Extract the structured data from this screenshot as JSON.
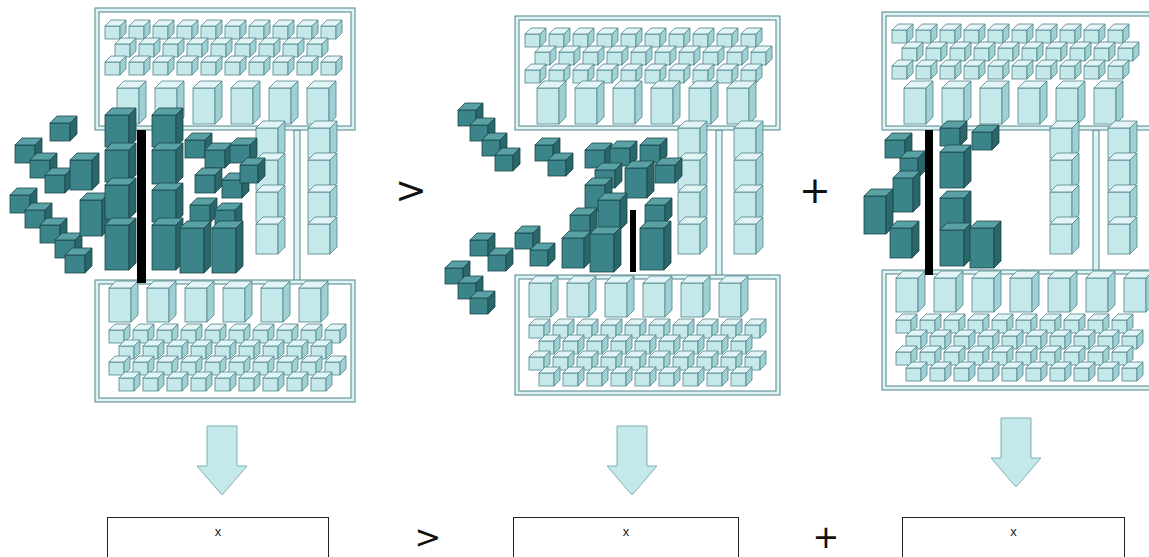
{
  "diagram": {
    "nodes": [
      {
        "text": [
          "x"
        ]
      },
      {
        "text": [
          "x"
        ]
      },
      {
        "text": [
          "x"
        ]
      }
    ],
    "labels": [
      ">",
      "+",
      ">",
      "+"
    ]
  }
}
